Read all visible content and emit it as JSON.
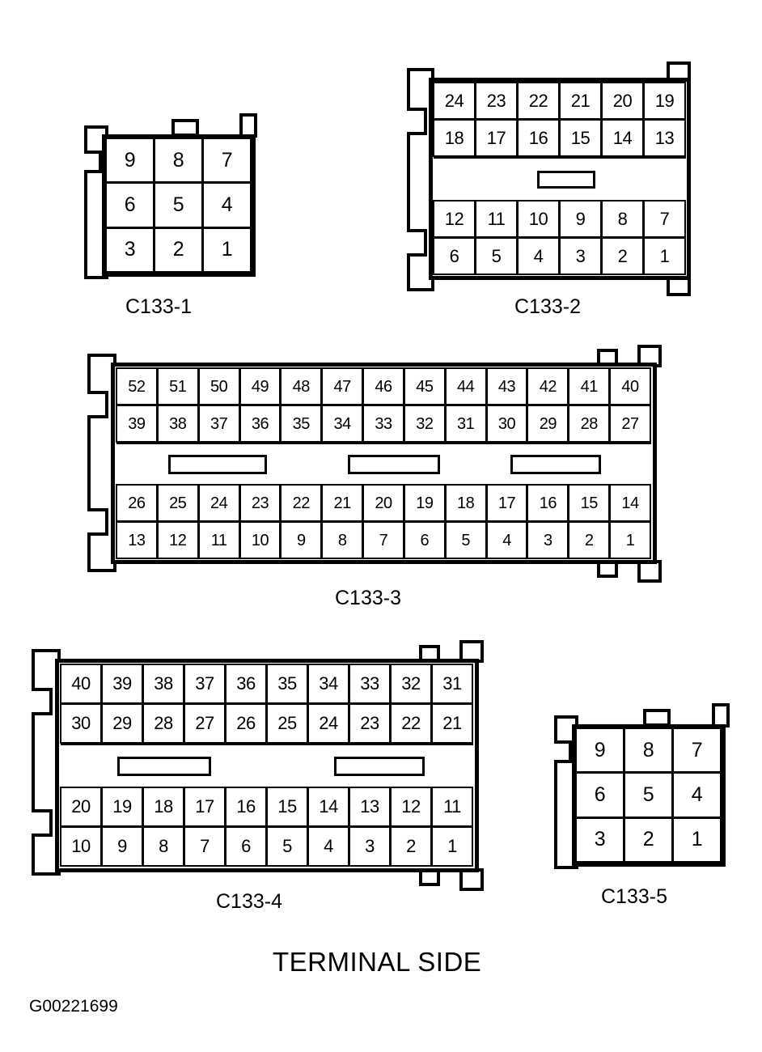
{
  "figure": {
    "id_code": "G00221699",
    "view_label": "TERMINAL SIDE"
  },
  "connectors": [
    {
      "name": "C133-1",
      "pin_count": 9,
      "columns": 3,
      "has_center_band": false,
      "latch_slots": 0,
      "rows": [
        [
          "9",
          "8",
          "7"
        ],
        [
          "6",
          "5",
          "4"
        ],
        [
          "3",
          "2",
          "1"
        ]
      ]
    },
    {
      "name": "C133-2",
      "pin_count": 24,
      "columns": 6,
      "has_center_band": true,
      "latch_slots": 1,
      "upper_rows": [
        [
          "24",
          "23",
          "22",
          "21",
          "20",
          "19"
        ],
        [
          "18",
          "17",
          "16",
          "15",
          "14",
          "13"
        ]
      ],
      "lower_rows": [
        [
          "12",
          "11",
          "10",
          "9",
          "8",
          "7"
        ],
        [
          "6",
          "5",
          "4",
          "3",
          "2",
          "1"
        ]
      ]
    },
    {
      "name": "C133-3",
      "pin_count": 52,
      "columns": 13,
      "has_center_band": true,
      "latch_slots": 3,
      "upper_rows": [
        [
          "52",
          "51",
          "50",
          "49",
          "48",
          "47",
          "46",
          "45",
          "44",
          "43",
          "42",
          "41",
          "40"
        ],
        [
          "39",
          "38",
          "37",
          "36",
          "35",
          "34",
          "33",
          "32",
          "31",
          "30",
          "29",
          "28",
          "27"
        ]
      ],
      "lower_rows": [
        [
          "26",
          "25",
          "24",
          "23",
          "22",
          "21",
          "20",
          "19",
          "18",
          "17",
          "16",
          "15",
          "14"
        ],
        [
          "13",
          "12",
          "11",
          "10",
          "9",
          "8",
          "7",
          "6",
          "5",
          "4",
          "3",
          "2",
          "1"
        ]
      ]
    },
    {
      "name": "C133-4",
      "pin_count": 40,
      "columns": 10,
      "has_center_band": true,
      "latch_slots": 2,
      "upper_rows": [
        [
          "40",
          "39",
          "38",
          "37",
          "36",
          "35",
          "34",
          "33",
          "32",
          "31"
        ],
        [
          "30",
          "29",
          "28",
          "27",
          "26",
          "25",
          "24",
          "23",
          "22",
          "21"
        ]
      ],
      "lower_rows": [
        [
          "20",
          "19",
          "18",
          "17",
          "16",
          "15",
          "14",
          "13",
          "12",
          "11"
        ],
        [
          "10",
          "9",
          "8",
          "7",
          "6",
          "5",
          "4",
          "3",
          "2",
          "1"
        ]
      ]
    },
    {
      "name": "C133-5",
      "pin_count": 9,
      "columns": 3,
      "has_center_band": false,
      "latch_slots": 0,
      "rows": [
        [
          "9",
          "8",
          "7"
        ],
        [
          "6",
          "5",
          "4"
        ],
        [
          "3",
          "2",
          "1"
        ]
      ]
    }
  ]
}
